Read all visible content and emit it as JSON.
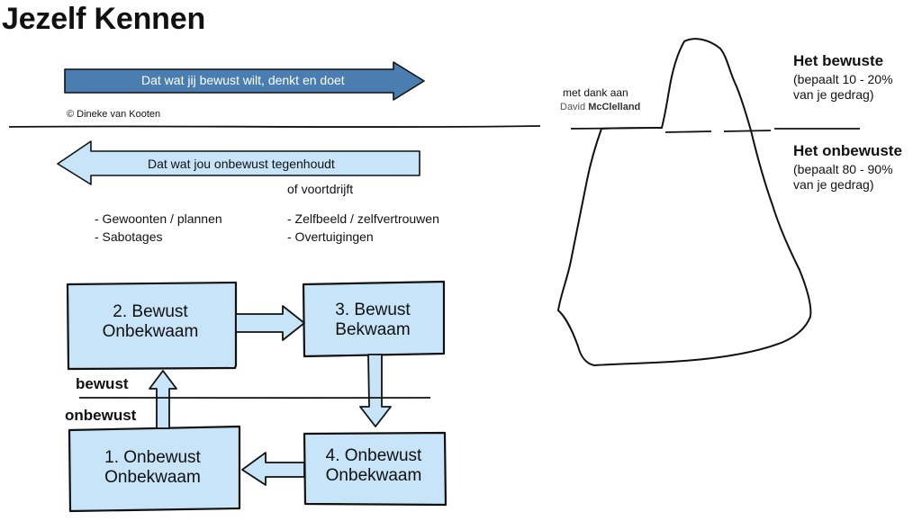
{
  "title": "Jezelf Kennen",
  "copyright": "© Dineke van Kooten",
  "arrows": {
    "top": "Dat wat jij bewust wilt, denkt en doet",
    "bottom": "Dat wat jou onbewust tegenhoudt",
    "bottom_cont": "of voortdrijft"
  },
  "lists": {
    "left": [
      "- Gewoonten / plannen",
      "- Sabotages"
    ],
    "right": [
      "- Zelfbeeld / zelfvertrouwen",
      "- Overtuigingen"
    ]
  },
  "stages": {
    "s1": {
      "line1": "1. Onbewust",
      "line2": "Onbekwaam"
    },
    "s2": {
      "line1": "2. Bewust",
      "line2": "Onbekwaam"
    },
    "s3": {
      "line1": "3. Bewust",
      "line2": "Bekwaam"
    },
    "s4": {
      "line1": "4. Onbewust",
      "line2": "Onbekwaam"
    }
  },
  "side_labels": {
    "bewust": "bewust",
    "onbewust": "onbewust"
  },
  "credit": {
    "line1": "met dank aan",
    "first": "David",
    "last": "McClelland"
  },
  "iceberg": {
    "top_heading": "Het bewuste",
    "top_detail": [
      "(bepaalt 10 - 20%",
      "van je gedrag)"
    ],
    "bottom_heading": "Het onbewuste",
    "bottom_detail": [
      "(bepaalt 80 - 90%",
      "van je gedrag)"
    ]
  },
  "colors": {
    "arrow_dark": "#4a7eb0",
    "box_light": "#c7e4f8",
    "outline": "#111111"
  }
}
